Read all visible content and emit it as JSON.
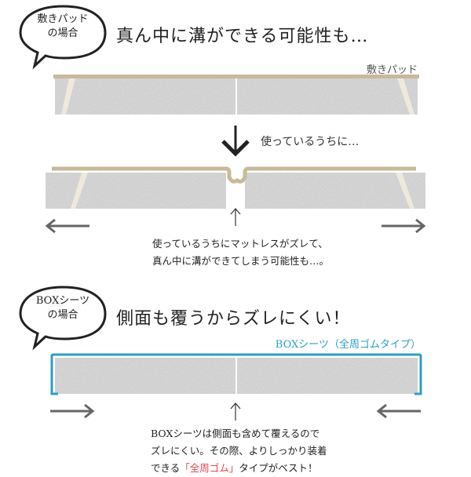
{
  "section1": {
    "bubble_line1": "敷きパッド",
    "bubble_line2": "の場合",
    "heading": "真ん中に溝ができる可能性も…",
    "pad_label": "敷きパッド",
    "mid_text": "使っているうちに…",
    "caption_line1": "使っているうちにマットレスがズレて、",
    "caption_line2": "真ん中に溝ができてしまう可能性も…。"
  },
  "section2": {
    "bubble_line1": "BOXシーツ",
    "bubble_line2": "の場合",
    "heading": "側面も覆うからズレにくい！",
    "box_label": "BOXシーツ（全周ゴムタイプ）",
    "caption_line1": "BOXシーツは側面も含めて覆えるので",
    "caption_line2": "ズレにくい。その際、よりしっかり装着",
    "caption_line3_pre": "できる",
    "caption_line3_em": "「全周ゴム」",
    "caption_line3_post": "タイプがベスト！"
  },
  "colors": {
    "pad": "#c9b99a",
    "box": "#2b9fc4",
    "accent": "#e8454f",
    "mattress": "#c8c8c8",
    "arrow": "#666666"
  }
}
